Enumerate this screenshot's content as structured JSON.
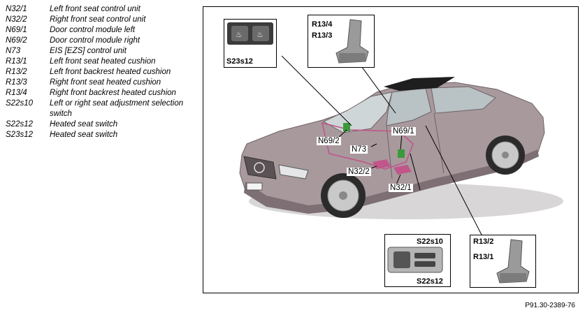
{
  "legend": [
    {
      "code": "N32/1",
      "desc": "Left front seat control unit"
    },
    {
      "code": "N32/2",
      "desc": "Right front seat control unit"
    },
    {
      "code": "N69/1",
      "desc": "Door control module left"
    },
    {
      "code": "N69/2",
      "desc": "Door control module right"
    },
    {
      "code": "N73",
      "desc": "EIS [EZS] control unit"
    },
    {
      "code": "R13/1",
      "desc": "Left front seat heated cushion"
    },
    {
      "code": "R13/2",
      "desc": "Left front backrest heated cushion"
    },
    {
      "code": "R13/3",
      "desc": "Right front seat heated cushion"
    },
    {
      "code": "R13/4",
      "desc": "Right front backrest heated cushion"
    },
    {
      "code": "S22s10",
      "desc": "Left or right seat adjustment selection switch"
    },
    {
      "code": "S22s12",
      "desc": "Heated seat switch"
    },
    {
      "code": "S23s12",
      "desc": "Heated seat switch"
    }
  ],
  "callouts": {
    "s23s12": "S23s12",
    "r13_4": "R13/4",
    "r13_3": "R13/3",
    "n69_2": "N69/2",
    "n73": "N73",
    "n69_1": "N69/1",
    "n32_2": "N32/2",
    "n32_1": "N32/1",
    "s22s10": "S22s10",
    "s22s12": "S22s12",
    "r13_2": "R13/2",
    "r13_1": "R13/1"
  },
  "colors": {
    "car_body": "#a8999d",
    "car_shadow": "#7d6f74",
    "glass": "#cfd6d8",
    "module_magenta": "#c1568a",
    "module_green": "#3a9a3a"
  },
  "reference": "P91.30-2389-76"
}
